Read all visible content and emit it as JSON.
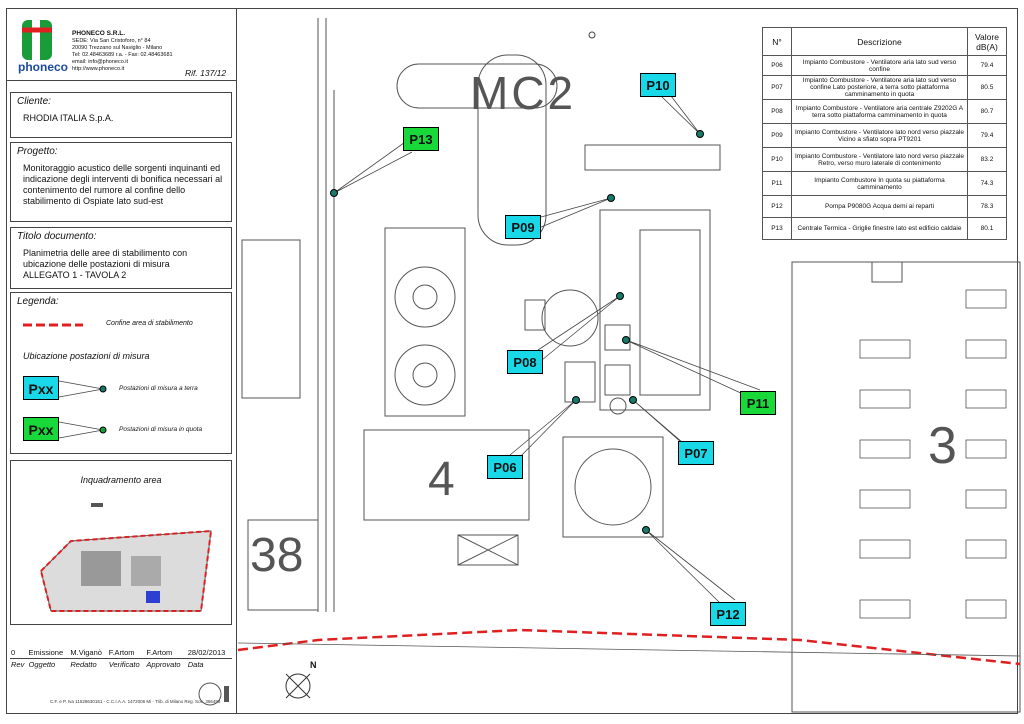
{
  "company": {
    "name": "PHONECO S.R.L.",
    "address_1": "SEDE: Via San Cristoforo, n° 84",
    "address_2": "20090 Trezzano sul Naviglio - Milano",
    "phone": "Tel: 02.48463689 r.a. - Fax: 02.48463681",
    "email": "email: info@phoneco.it",
    "web": "http://www.phoneco.it",
    "logo_text": "phoneco",
    "ref": "Rif. 137/12"
  },
  "client": {
    "label": "Cliente:",
    "value": "RHODIA ITALIA S.p.A."
  },
  "project": {
    "label": "Progetto:",
    "value": "Monitoraggio acustico delle sorgenti inquinanti ed indicazione degli interventi di bonifica necessari al contenimento del rumore al confine dello stabilimento di Ospiate lato sud-est"
  },
  "doc_title": {
    "label": "Titolo documento:",
    "line1": "Planimetria delle aree di stabilimento con",
    "line2": "ubicazione delle postazioni di misura",
    "line3": "ALLEGATO 1 - TAVOLA 2"
  },
  "legend": {
    "label": "Legenda:",
    "boundary": "Confine area di stabilimento",
    "section_title": "Ubicazione postazioni di misura",
    "marker_text": "Pxx",
    "ground": "Postazioni di misura a terra",
    "elevated": "Postazioni di misura in quota"
  },
  "inset": {
    "title": "Inquadramento area"
  },
  "revision": {
    "row": [
      "0",
      "Emissione",
      "M.Viganò",
      "F.Artom",
      "F.Artom",
      "28/02/2013"
    ],
    "headers": [
      "Rev",
      "Oggetto",
      "Redatto",
      "Verificato",
      "Approvato",
      "Data"
    ]
  },
  "footer": "C.F. e P. Iva 11528630151 - C.C.I.A.A. 1472006 Mi - Trib. di Milano Reg. Soc. 356498",
  "map": {
    "areas": [
      "MC2",
      "4",
      "38",
      "3"
    ],
    "north": "N"
  },
  "markers": [
    {
      "id": "P13",
      "color": "green"
    },
    {
      "id": "P10",
      "color": "cyan"
    },
    {
      "id": "P09",
      "color": "cyan"
    },
    {
      "id": "P08",
      "color": "cyan"
    },
    {
      "id": "P11",
      "color": "green"
    },
    {
      "id": "P07",
      "color": "cyan"
    },
    {
      "id": "P06",
      "color": "cyan"
    },
    {
      "id": "P12",
      "color": "cyan"
    }
  ],
  "table": {
    "headers": [
      "N°",
      "Descrizione",
      "Valore dB(A)"
    ],
    "rows": [
      {
        "n": "P06",
        "desc": "Impianto Combustore - Ventilatore aria lato sud verso confine",
        "val": "79.4"
      },
      {
        "n": "P07",
        "desc": "Impianto Combustore - Ventilatore aria lato sud verso confine Lato posteriore, a terra sotto piattaforma camminamento in quota",
        "val": "80.5"
      },
      {
        "n": "P08",
        "desc": "Impianto Combustore - Ventilatore aria centrale Z9202G A terra sotto piattaforma camminamento in quota",
        "val": "80.7"
      },
      {
        "n": "P09",
        "desc": "Impianto Combustore - Ventilatore lato nord verso piazzale Vicino a sfiato sopra PT9201",
        "val": "79.4"
      },
      {
        "n": "P10",
        "desc": "Impianto Combustore - Ventilatore lato nord verso piazzale Retro, verso muro laterale di contenimento",
        "val": "83.2"
      },
      {
        "n": "P11",
        "desc": "Impianto Combustore In quota su piattaforma camminamento",
        "val": "74.3"
      },
      {
        "n": "P12",
        "desc": "Pompa P9080G Acqua demi ai reparti",
        "val": "78.3"
      },
      {
        "n": "P13",
        "desc": "Centrale Termica - Griglie finestre lato est edificio caldaie",
        "val": "80.1"
      }
    ]
  }
}
